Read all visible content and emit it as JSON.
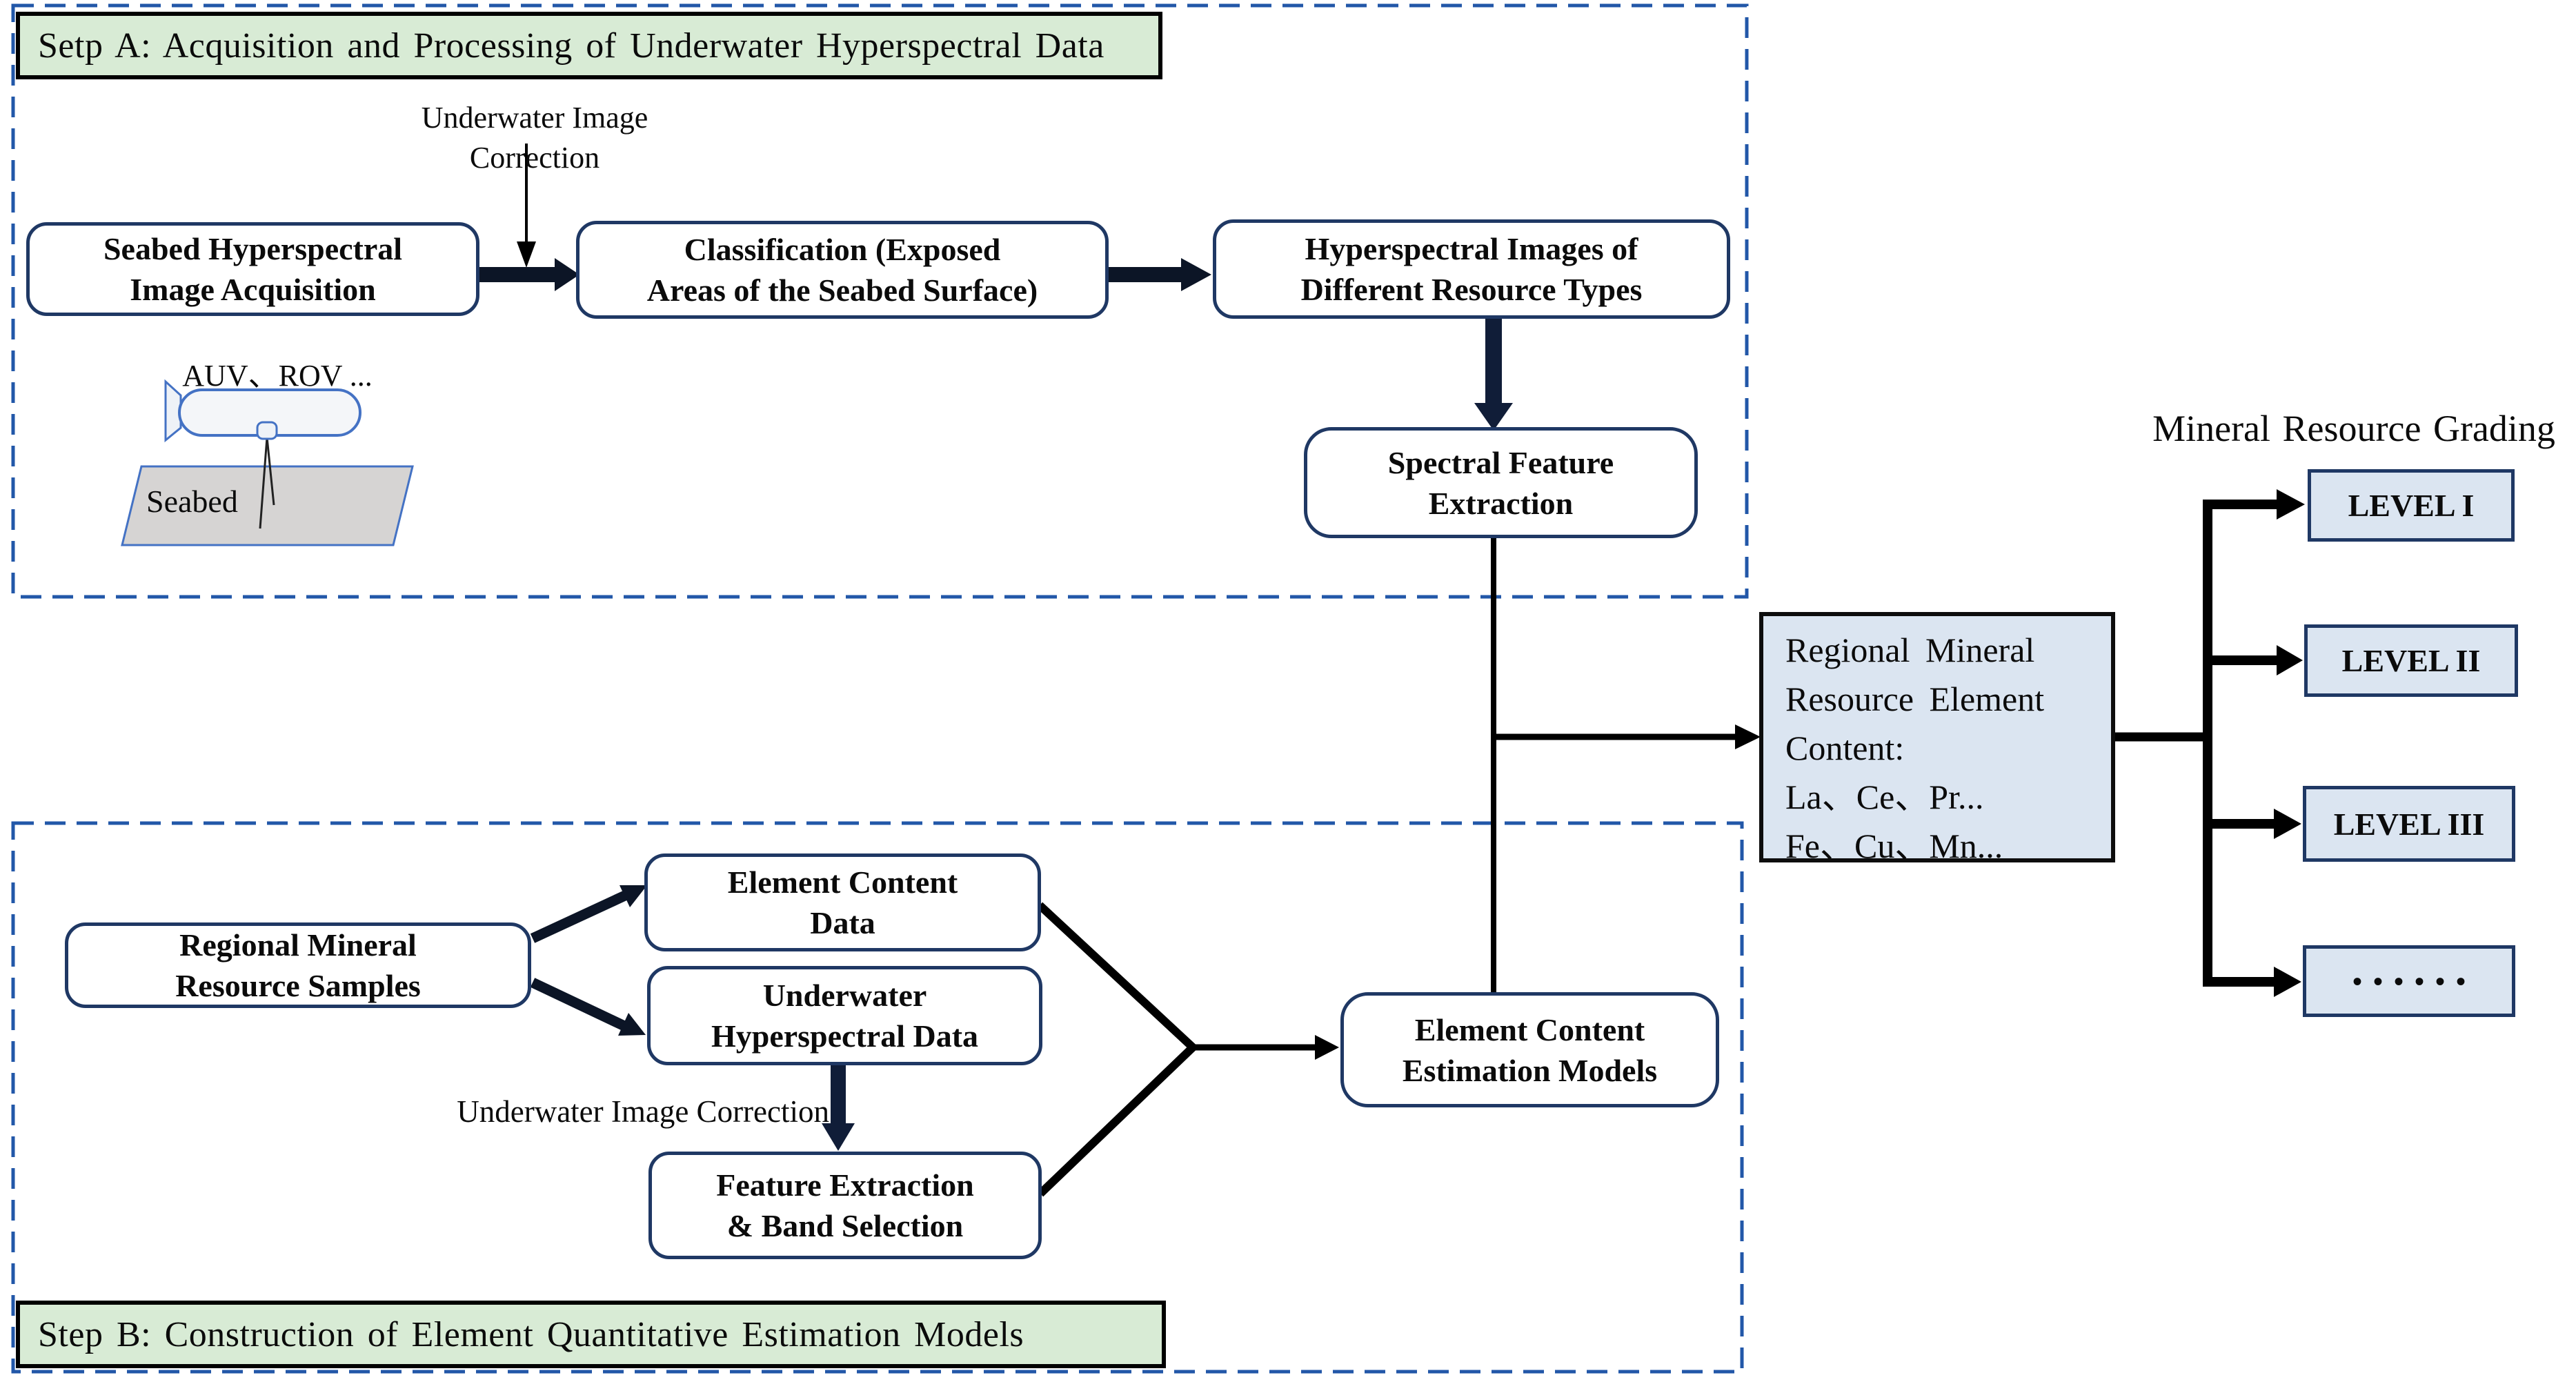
{
  "colors": {
    "step_header_fill": "#d8ebd5",
    "dashed_border_blue": "#2257a8",
    "box_border_navy": "#1f3864",
    "light_blue_fill": "#dbe5f1",
    "auv_outline_blue": "#4472c4",
    "seabed_gray": "#d6d4d3",
    "connector_black": "#000000"
  },
  "step_a": {
    "header": "Setp A: Acquisition and Processing of Underwater Hyperspectral Data",
    "correction_label": {
      "line1": "Underwater Image",
      "line2": "Correction"
    },
    "boxes": {
      "acquisition": {
        "line1": "Seabed Hyperspectral",
        "line2": "Image Acquisition"
      },
      "classification": {
        "line1": "Classification (Exposed",
        "line2": "Areas of the Seabed Surface)"
      },
      "hyper_images": {
        "line1": "Hyperspectral Images of",
        "line2": "Different Resource Types"
      },
      "spectral": {
        "line1": "Spectral Feature",
        "line2": "Extraction"
      }
    },
    "auv_label": "AUV、ROV ...",
    "seabed_label": "Seabed"
  },
  "step_b": {
    "header": "Step B: Construction of Element Quantitative Estimation Models",
    "correction_label": "Underwater Image Correction",
    "boxes": {
      "samples": {
        "line1": "Regional Mineral",
        "line2": "Resource Samples"
      },
      "element_data": {
        "line1": "Element Content",
        "line2": "Data"
      },
      "underwater_hyper": {
        "line1": "Underwater",
        "line2": "Hyperspectral Data"
      },
      "feature": {
        "line1": "Feature Extraction",
        "line2": "& Band Selection"
      },
      "estimation": {
        "line1": "Element Content",
        "line2": "Estimation Models"
      }
    }
  },
  "right_panel": {
    "content_box": {
      "lines": [
        "Regional Mineral",
        "Resource Element",
        "Content:",
        "La、Ce、Pr...",
        "Fe、Cu、Mn..."
      ]
    },
    "grading_title": "Mineral Resource Grading",
    "levels": [
      {
        "label": "LEVEL I"
      },
      {
        "label": "LEVEL II"
      },
      {
        "label": "LEVEL III"
      },
      {
        "label": "••••••"
      }
    ]
  }
}
